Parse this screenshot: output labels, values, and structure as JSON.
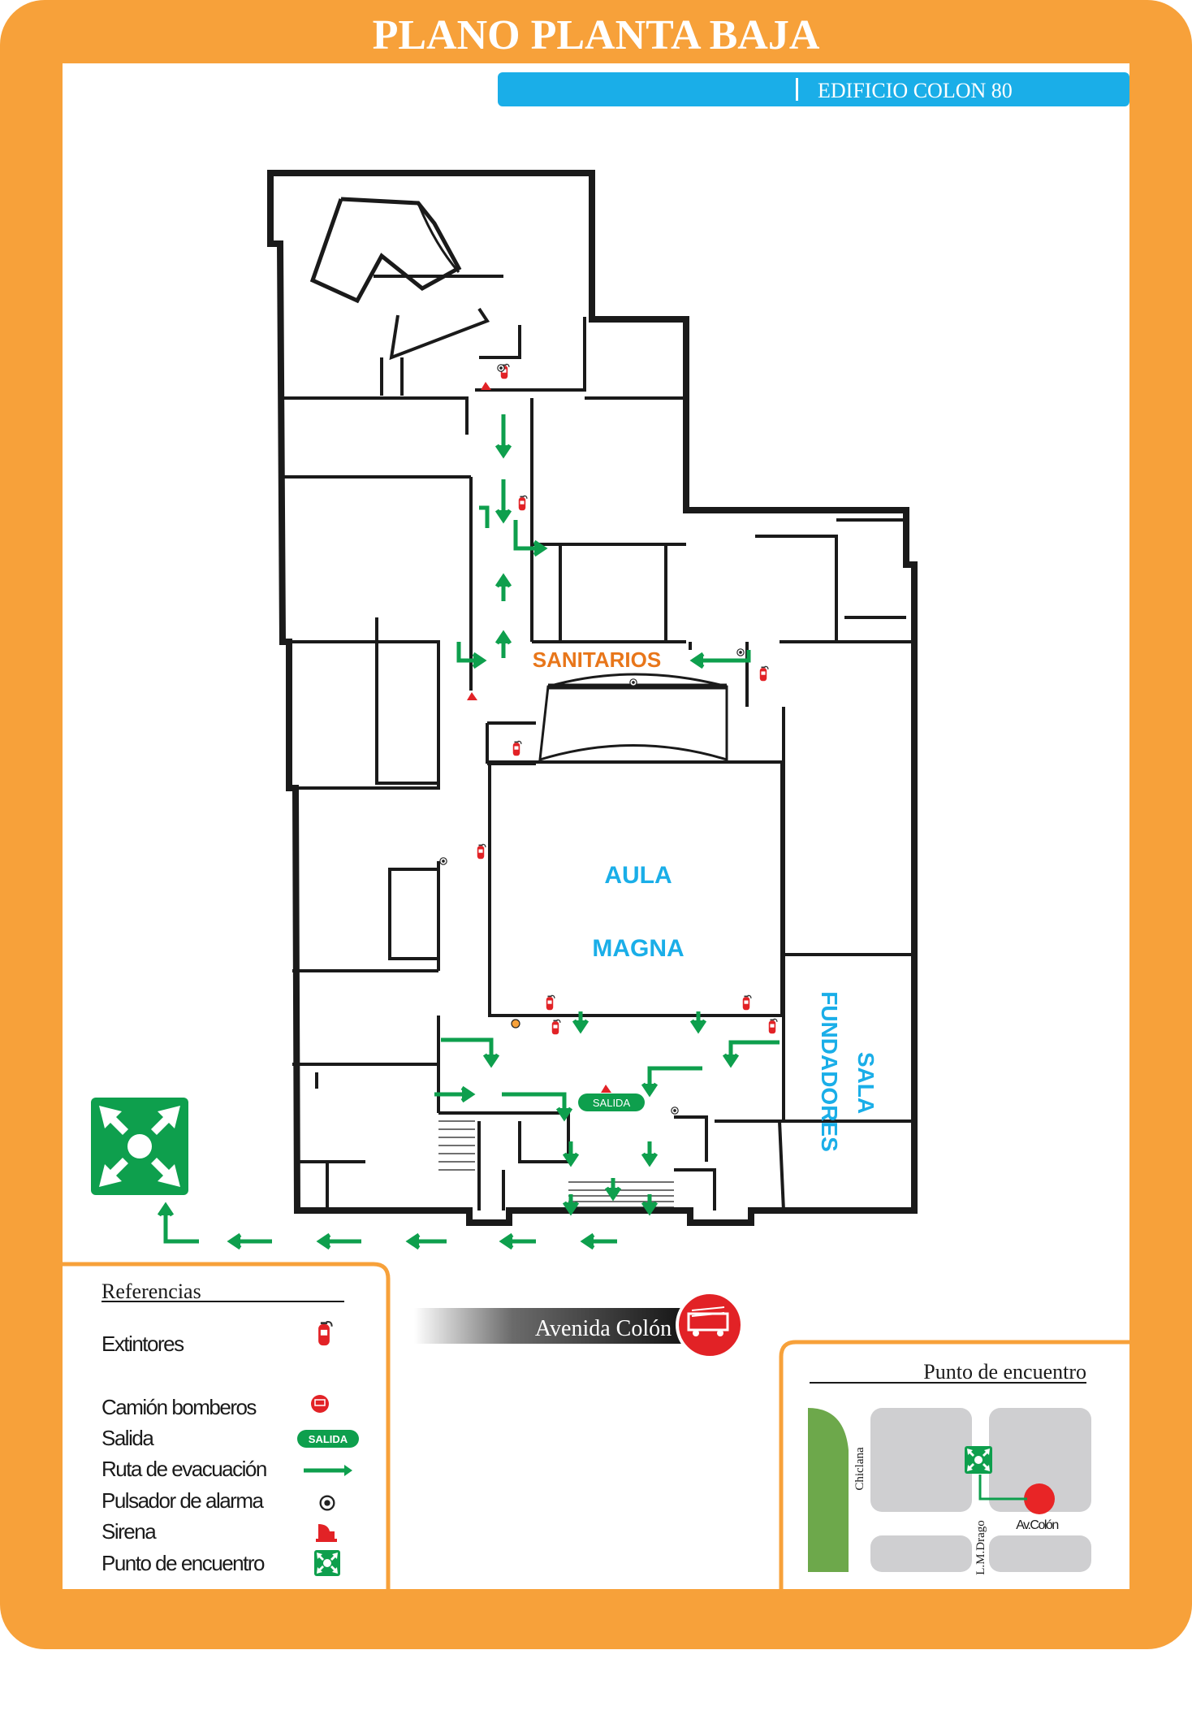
{
  "header": {
    "title": "PLANO PLANTA BAJA",
    "building": "EDIFICIO  COLON 80"
  },
  "rooms": {
    "sanitarios": "SANITARIOS",
    "aula_1": "AULA",
    "aula_2": "MAGNA",
    "sala": "SALA",
    "fundadores": "FUNDADORES"
  },
  "exit_sign_on_plan": "SALIDA",
  "street": {
    "label": "Avenida  Colón"
  },
  "references": {
    "title": "Referencias",
    "items": [
      {
        "label": "Extintores",
        "icon": "extinguisher-icon"
      },
      {
        "label": "Camión bomberos",
        "icon": "fire-truck-icon"
      },
      {
        "label": "Salida",
        "icon": "exit-sign-icon",
        "badge": "SALIDA"
      },
      {
        "label": "Ruta de evacuación",
        "icon": "evacuation-arrow-icon"
      },
      {
        "label": "Pulsador de alarma",
        "icon": "alarm-button-icon"
      },
      {
        "label": "Sirena",
        "icon": "siren-icon"
      },
      {
        "label": "Punto de encuentro",
        "icon": "meeting-point-icon"
      }
    ]
  },
  "meeting_map": {
    "title": "Punto de encuentro",
    "street_chiclana": "Chiclana",
    "street_colon": "Av.Colón",
    "street_drago": "L.M.Drago"
  },
  "colors": {
    "frame_orange": "#F7A13A",
    "blue_band": "#1AAEE8",
    "room_blue": "#1AAEE8",
    "sanitarios_orange": "#E8761A",
    "route_green": "#0E9F4D",
    "extinguisher_red": "#E22226",
    "park_green": "#6DA84B",
    "block_gray": "#CFCFD1"
  }
}
